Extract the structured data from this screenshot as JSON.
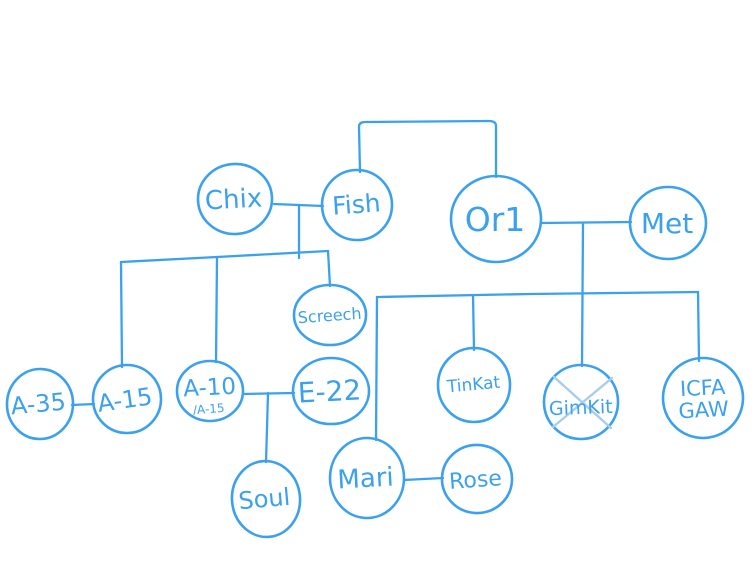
{
  "app": {
    "description": "hand-drawn tree sketch on whiteboard",
    "background_color": "#ffffff",
    "ink_color": "#3ba1ef",
    "strikethrough_color": "#a9cdeb"
  },
  "diagram": {
    "type": "hand-drawn-family-tree",
    "nodes": {
      "chix": {
        "label": "Chix"
      },
      "fish": {
        "label": "Fish"
      },
      "or1": {
        "label": "Or1"
      },
      "met": {
        "label": "Met"
      },
      "screech": {
        "label": "Screech"
      },
      "a35": {
        "label": "A-35"
      },
      "a15": {
        "label": "A-15"
      },
      "a10": {
        "label": "A-10",
        "sublabel": "/A-15"
      },
      "e22": {
        "label": "E-22"
      },
      "tinkat": {
        "label": "TinKat"
      },
      "gimkit": {
        "label": "GimKit",
        "crossed_out": true
      },
      "icfa": {
        "label_line1": "ICFA",
        "label_line2": "GAW"
      },
      "soul": {
        "label": "Soul"
      },
      "mari": {
        "label": "Mari"
      },
      "rose": {
        "label": "Rose"
      }
    },
    "edges": [
      {
        "type": "bracket-link",
        "from": "fish",
        "to": "or1"
      },
      {
        "type": "pair",
        "from": "chix",
        "to": "fish"
      },
      {
        "type": "parent-child",
        "parents": [
          "chix",
          "fish"
        ],
        "children": [
          "a15",
          "a10",
          "screech"
        ]
      },
      {
        "type": "pair",
        "from": "a35",
        "to": "a15"
      },
      {
        "type": "pair",
        "from": "a10",
        "to": "e22"
      },
      {
        "type": "parent-child",
        "parents": [
          "a10",
          "e22"
        ],
        "children": [
          "soul"
        ]
      },
      {
        "type": "pair",
        "from": "or1",
        "to": "met"
      },
      {
        "type": "parent-child",
        "parents": [
          "or1",
          "met"
        ],
        "children": [
          "mari",
          "tinkat",
          "gimkit",
          "icfa"
        ]
      },
      {
        "type": "pair",
        "from": "mari",
        "to": "rose"
      }
    ]
  }
}
